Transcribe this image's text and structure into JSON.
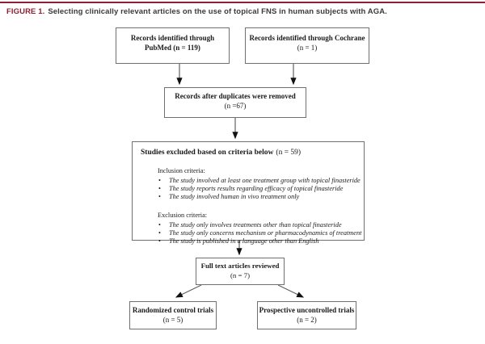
{
  "figure": {
    "label": "FIGURE 1.",
    "caption": "Selecting clinically relevant articles on the use of topical FNS in human subjects with AGA.",
    "accent_color": "#8e2032"
  },
  "flow": {
    "pubmed": {
      "line1": "Records identified through",
      "line2": "PubMed (n = 119)"
    },
    "cochrane": {
      "line1": "Records identified through Cochrane",
      "line2": "(n = 1)"
    },
    "duplicates": {
      "line1": "Records after duplicates were removed",
      "line2": "(n =67)"
    },
    "criteria": {
      "heading": "Studies excluded based on criteria below",
      "heading_count": "(n = 59)",
      "inclusion_label": "Inclusion criteria:",
      "inclusion_items": [
        "The study involved at least one treatment group with topical finasteride",
        "The study reports results regarding efficacy of topical finasteride",
        "The study involved human in vivo treatment only"
      ],
      "exclusion_label": "Exclusion criteria:",
      "exclusion_items": [
        "The study only involves treatments other than topical finasteride",
        "The study only concerns mechanism or pharmacodynamics of treatment",
        "The study is published in a language other than English"
      ]
    },
    "fulltext": {
      "line1": "Full text articles reviewed",
      "line2": "(n = 7)"
    },
    "rct": {
      "line1": "Randomized control trials",
      "line2": "(n = 5)"
    },
    "prospective": {
      "line1": "Prospective uncontrolled trials",
      "line2": "(n = 2)"
    }
  }
}
